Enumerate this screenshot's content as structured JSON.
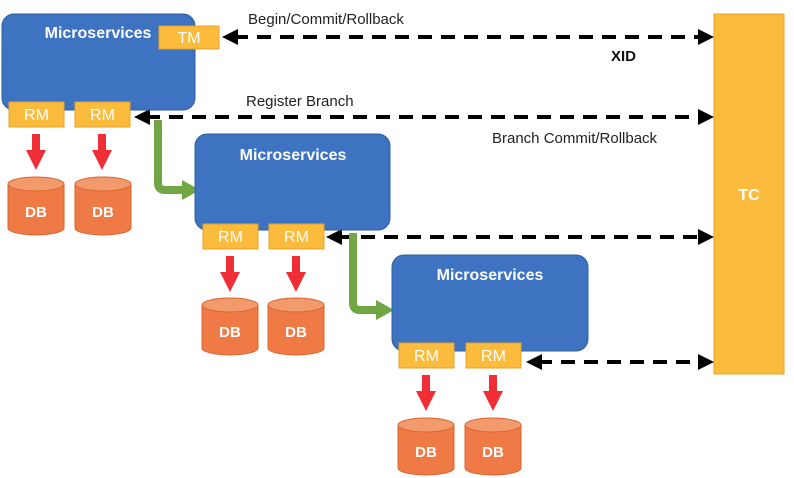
{
  "colors": {
    "microservice_fill": "#3d73c0",
    "microservice_stroke": "#2f5f9c",
    "rm_fill": "#fbbb3c",
    "rm_stroke": "#e7a02a",
    "tc_fill": "#fbbb3c",
    "db_fill": "#ef7a45",
    "db_top": "#f39a6c",
    "db_stroke": "#d76431",
    "red_arrow": "#ef2e36",
    "green_arrow": "#70a744",
    "dashed_arrow": "#000000"
  },
  "tc": {
    "label": "TC"
  },
  "messages": {
    "begin": "Begin/Commit/Rollback",
    "xid": "XID",
    "register": "Register Branch",
    "branch": "Branch Commit/Rollback"
  },
  "services": [
    {
      "label": "Microservices",
      "tm_label": "TM",
      "rms": [
        {
          "label": "RM",
          "db": "DB"
        },
        {
          "label": "RM",
          "db": "DB"
        }
      ]
    },
    {
      "label": "Microservices",
      "rms": [
        {
          "label": "RM",
          "db": "DB"
        },
        {
          "label": "RM",
          "db": "DB"
        }
      ]
    },
    {
      "label": "Microservices",
      "rms": [
        {
          "label": "RM",
          "db": "DB"
        },
        {
          "label": "RM",
          "db": "DB"
        }
      ]
    }
  ]
}
